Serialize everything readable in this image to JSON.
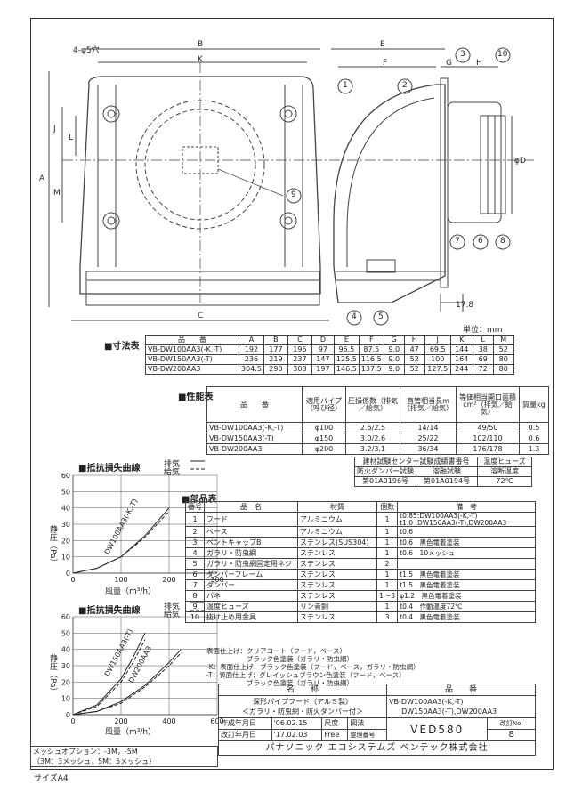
{
  "drawing": {
    "hole_label": "4-φ5穴",
    "front_dims": [
      "B",
      "K",
      "J",
      "L",
      "A",
      "M",
      "C"
    ],
    "side_dims": [
      "E",
      "F",
      "G",
      "H",
      "φD"
    ],
    "offset_dim": "17.8",
    "balloons_front": [
      "9"
    ],
    "balloons_side": [
      "1",
      "2",
      "3",
      "10",
      "7",
      "6",
      "8",
      "4",
      "5"
    ],
    "unit": "単位：mm"
  },
  "dim_table": {
    "title": "■寸法表",
    "headers": [
      "品　　番",
      "A",
      "B",
      "C",
      "D",
      "E",
      "F",
      "G",
      "H",
      "J",
      "K",
      "L",
      "M"
    ],
    "rows": [
      [
        "VB-DW100AA3(-K,-T)",
        "192",
        "177",
        "195",
        "97",
        "96.5",
        "87.5",
        "9.0",
        "47",
        "69.5",
        "144",
        "38",
        "52"
      ],
      [
        "VB-DW150AA3(-T)",
        "236",
        "219",
        "237",
        "147",
        "125.5",
        "116.5",
        "9.0",
        "52",
        "100",
        "164",
        "69",
        "80"
      ],
      [
        "VB-DW200AA3",
        "304.5",
        "290",
        "308",
        "197",
        "146.5",
        "137.5",
        "9.0",
        "52",
        "127.5",
        "244",
        "72",
        "80"
      ]
    ]
  },
  "perf_table": {
    "title": "■性能表",
    "headers": [
      "品　　番",
      "適用パイプ（呼び径）",
      "圧損係数（排気／給気）",
      "直管相当長m（排気／給気）",
      "等価相当開口面積cm²（排気／給気）",
      "質量kg"
    ],
    "rows": [
      [
        "VB-DW100AA3(-K,-T)",
        "φ100",
        "2.6/2.5",
        "14/14",
        "49/50",
        "0.5"
      ],
      [
        "VB-DW150AA3(-T)",
        "φ150",
        "3.0/2.6",
        "25/22",
        "102/110",
        "0.6"
      ],
      [
        "VB-DW200AA3",
        "φ200",
        "3.2/3.1",
        "36/34",
        "176/178",
        "1.3"
      ]
    ]
  },
  "test_table": {
    "headers": [
      "建材試験センター試験成績書番号",
      "温度ヒューズ"
    ],
    "sub_headers": [
      "防火ダンパー試験",
      "溶融試験",
      "溶断温度"
    ],
    "values": [
      "第01A0196号",
      "第01A0194号",
      "72℃"
    ]
  },
  "parts_table": {
    "title": "■部品表",
    "headers": [
      "番号",
      "品　名",
      "材質",
      "個数",
      "備　考"
    ],
    "rows": [
      [
        "1",
        "フード",
        "アルミニウム",
        "1",
        "t0.85:DW100AA3(-K,-T)\nt1.0 :DW150AA3(-T),DW200AA3"
      ],
      [
        "2",
        "ベース",
        "アルミニウム",
        "1",
        "t0.6"
      ],
      [
        "3",
        "ベントキャップB",
        "ステンレス(SUS304)",
        "1",
        "t0.6　黒色電着塗装"
      ],
      [
        "4",
        "ガラリ・防虫網",
        "ステンレス",
        "1",
        "t0.6　10メッシュ"
      ],
      [
        "5",
        "ガラリ・防虫網固定用ネジ",
        "ステンレス",
        "2",
        ""
      ],
      [
        "6",
        "ダンパーフレーム",
        "ステンレス",
        "1",
        "t1.5　黒色電着塗装"
      ],
      [
        "7",
        "ダンパー",
        "ステンレス",
        "1",
        "t1.5　黒色電着塗装"
      ],
      [
        "8",
        "バネ",
        "ステンレス",
        "1～3",
        "φ1.2　黒色電着塗装"
      ],
      [
        "9",
        "温度ヒューズ",
        "リン青銅",
        "1",
        "t0.4　作動温度72℃"
      ],
      [
        "10",
        "抜け止め用金具",
        "ステンレス",
        "3",
        "t0.4　黒色電着塗装"
      ]
    ],
    "notes": [
      "表面仕上げ：クリアコート（フード，ベース）",
      "　　　　　　ブラック色塗装（ガラリ・防虫網）",
      "-K：表面仕上げ：ブラック色塗装（フード，ベース，ガラリ・防虫網）",
      "-T：表面仕上げ：グレイッシュブラウン色塗装（フード，ベース）",
      "　　　　　　ブラック色塗装（ガラリ・防虫網）"
    ]
  },
  "chart_data": [
    {
      "type": "line",
      "title": "■抵抗損失曲線",
      "xlabel": "風量（m³/h）",
      "ylabel": "静圧（Pa）",
      "xlim": [
        0,
        300
      ],
      "ylim": [
        0,
        60
      ],
      "xticks": [
        "0",
        "100",
        "200",
        "300"
      ],
      "yticks": [
        "0",
        "10",
        "20",
        "30",
        "40",
        "50",
        "60"
      ],
      "legend": [
        "排気",
        "給気"
      ],
      "series": [
        {
          "name": "DW100AA3(-K,-T)",
          "x": [
            0,
            50,
            100,
            150,
            200
          ],
          "y": [
            0,
            3,
            10,
            23,
            40
          ]
        },
        {
          "name": "DW100AA3(-K,-T)",
          "x": [
            0,
            50,
            100,
            150,
            200
          ],
          "y": [
            0,
            3,
            10,
            22,
            38
          ]
        }
      ]
    },
    {
      "type": "line",
      "title": "■抵抗損失曲線",
      "xlabel": "風量（m³/h）",
      "ylabel": "静圧（Pa）",
      "xlim": [
        0,
        600
      ],
      "ylim": [
        0,
        60
      ],
      "xticks": [
        "0",
        "200",
        "400",
        "600"
      ],
      "yticks": [
        "0",
        "10",
        "20",
        "30",
        "40",
        "50",
        "60"
      ],
      "legend": [
        "排気",
        "給気"
      ],
      "series": [
        {
          "name": "DW150AA3(-T)",
          "x": [
            0,
            100,
            200,
            250,
            300
          ],
          "y": [
            0,
            6,
            22,
            35,
            50
          ]
        },
        {
          "name": "DW150AA3(-T)",
          "x": [
            0,
            100,
            200,
            250,
            300
          ],
          "y": [
            0,
            5,
            20,
            32,
            46
          ]
        },
        {
          "name": "DW200AA3",
          "x": [
            0,
            100,
            200,
            300,
            400,
            450
          ],
          "y": [
            0,
            2,
            8,
            18,
            32,
            40
          ]
        },
        {
          "name": "DW200AA3",
          "x": [
            0,
            100,
            200,
            300,
            400,
            450
          ],
          "y": [
            0,
            2,
            7,
            17,
            30,
            38
          ]
        }
      ]
    }
  ],
  "title_block": {
    "name_label": "名　　称",
    "code_label": "品　　番",
    "name_line1": "深形パイプフード（アルミ製）",
    "name_line2": "＜ガラリ・防虫網・防火ダンパー付＞",
    "code_line1": "VB-DW100AA3(-K,-T)",
    "code_line2": "DW150AA3(-T),DW200AA3",
    "created_label": "作成年月日",
    "created": "'06.02.15",
    "revised_label": "改訂年月日",
    "revised": "'17.02.03",
    "scale_label": "尺度",
    "scale": "Free",
    "proj_label": "図法",
    "doc_label": "整理番号",
    "doc_no": "VED580",
    "rev_label": "改訂No.",
    "rev_no": "8",
    "company": "パナソニック エコシステムズ ベンテック株式会社"
  },
  "mesh_option": {
    "line1": "メッシュオプション：-3M，-5M",
    "line2": "（3M：3メッシュ，5M：5メッシュ）"
  },
  "size": "サイズA4"
}
